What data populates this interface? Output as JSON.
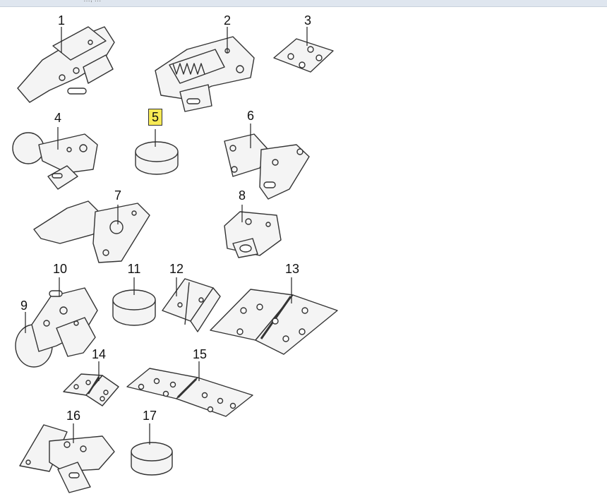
{
  "header": {
    "partial_text": "…, …"
  },
  "parts": [
    {
      "label": "1",
      "highlighted": false
    },
    {
      "label": "2",
      "highlighted": false
    },
    {
      "label": "3",
      "highlighted": false
    },
    {
      "label": "4",
      "highlighted": false
    },
    {
      "label": "5",
      "highlighted": true
    },
    {
      "label": "6",
      "highlighted": false
    },
    {
      "label": "7",
      "highlighted": false
    },
    {
      "label": "8",
      "highlighted": false
    },
    {
      "label": "9",
      "highlighted": false
    },
    {
      "label": "10",
      "highlighted": false
    },
    {
      "label": "11",
      "highlighted": false
    },
    {
      "label": "12",
      "highlighted": false
    },
    {
      "label": "13",
      "highlighted": false
    },
    {
      "label": "14",
      "highlighted": false
    },
    {
      "label": "15",
      "highlighted": false
    },
    {
      "label": "16",
      "highlighted": false
    },
    {
      "label": "17",
      "highlighted": false
    }
  ],
  "colors": {
    "highlight": "#f7ea55",
    "line": "#333333",
    "fill": "#f4f4f4"
  }
}
